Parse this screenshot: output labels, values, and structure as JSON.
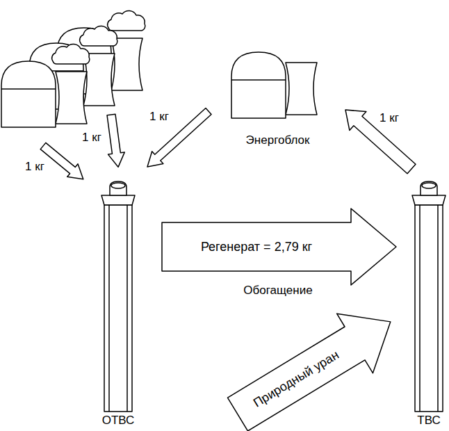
{
  "diagram": {
    "nodes": [
      {
        "text": [
          "Энергоблок"
        ]
      },
      {
        "text": [
          "ОТВС"
        ]
      },
      {
        "text": [
          "ТВС"
        ]
      }
    ],
    "edges": [
      {
        "from": 1,
        "to": 2,
        "arrow": "to",
        "label": "Регенерат = 2,79 кг"
      },
      {
        "from": 2,
        "to": 0,
        "arrow": "to",
        "label": "1 кг"
      }
    ],
    "labels": [
      "1 кг",
      "1 кг",
      "1 кг",
      "Обогащение",
      "Природный уран"
    ]
  }
}
